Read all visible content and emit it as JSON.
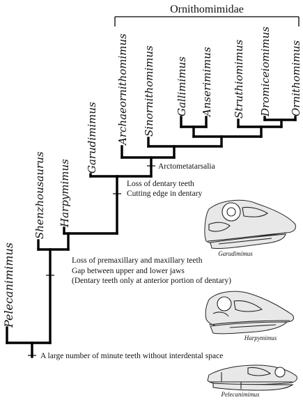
{
  "clade_label": "Ornithomimidae",
  "taxa": [
    "Pelecanimimus",
    "Shenzhousaurus",
    "Harpymimus",
    "Garudimimus",
    "Archaeornithomimus",
    "Sinornithomimus",
    "Gallimimus",
    "Anserimimus",
    "Struthiomimus",
    "Dromiceiomimus",
    "Ornithomimus"
  ],
  "characters": {
    "arctometatarsalia": "Arctometatarsalia",
    "garudimimus_node_1": "Loss of dentary teeth",
    "garudimimus_node_2": "Cutting edge in dentary",
    "shenzhou_node_1": "Loss of premaxillary and maxillary teeth",
    "shenzhou_node_2": "Gap between upper and lower jaws",
    "shenzhou_node_3": "(Dentary teeth only at anterior portion of dentary)",
    "root_node": "A large number of minute teeth without interdental space"
  },
  "skull_captions": [
    "Garudimimus",
    "Harpymimus",
    "Pelecanimimus"
  ]
}
